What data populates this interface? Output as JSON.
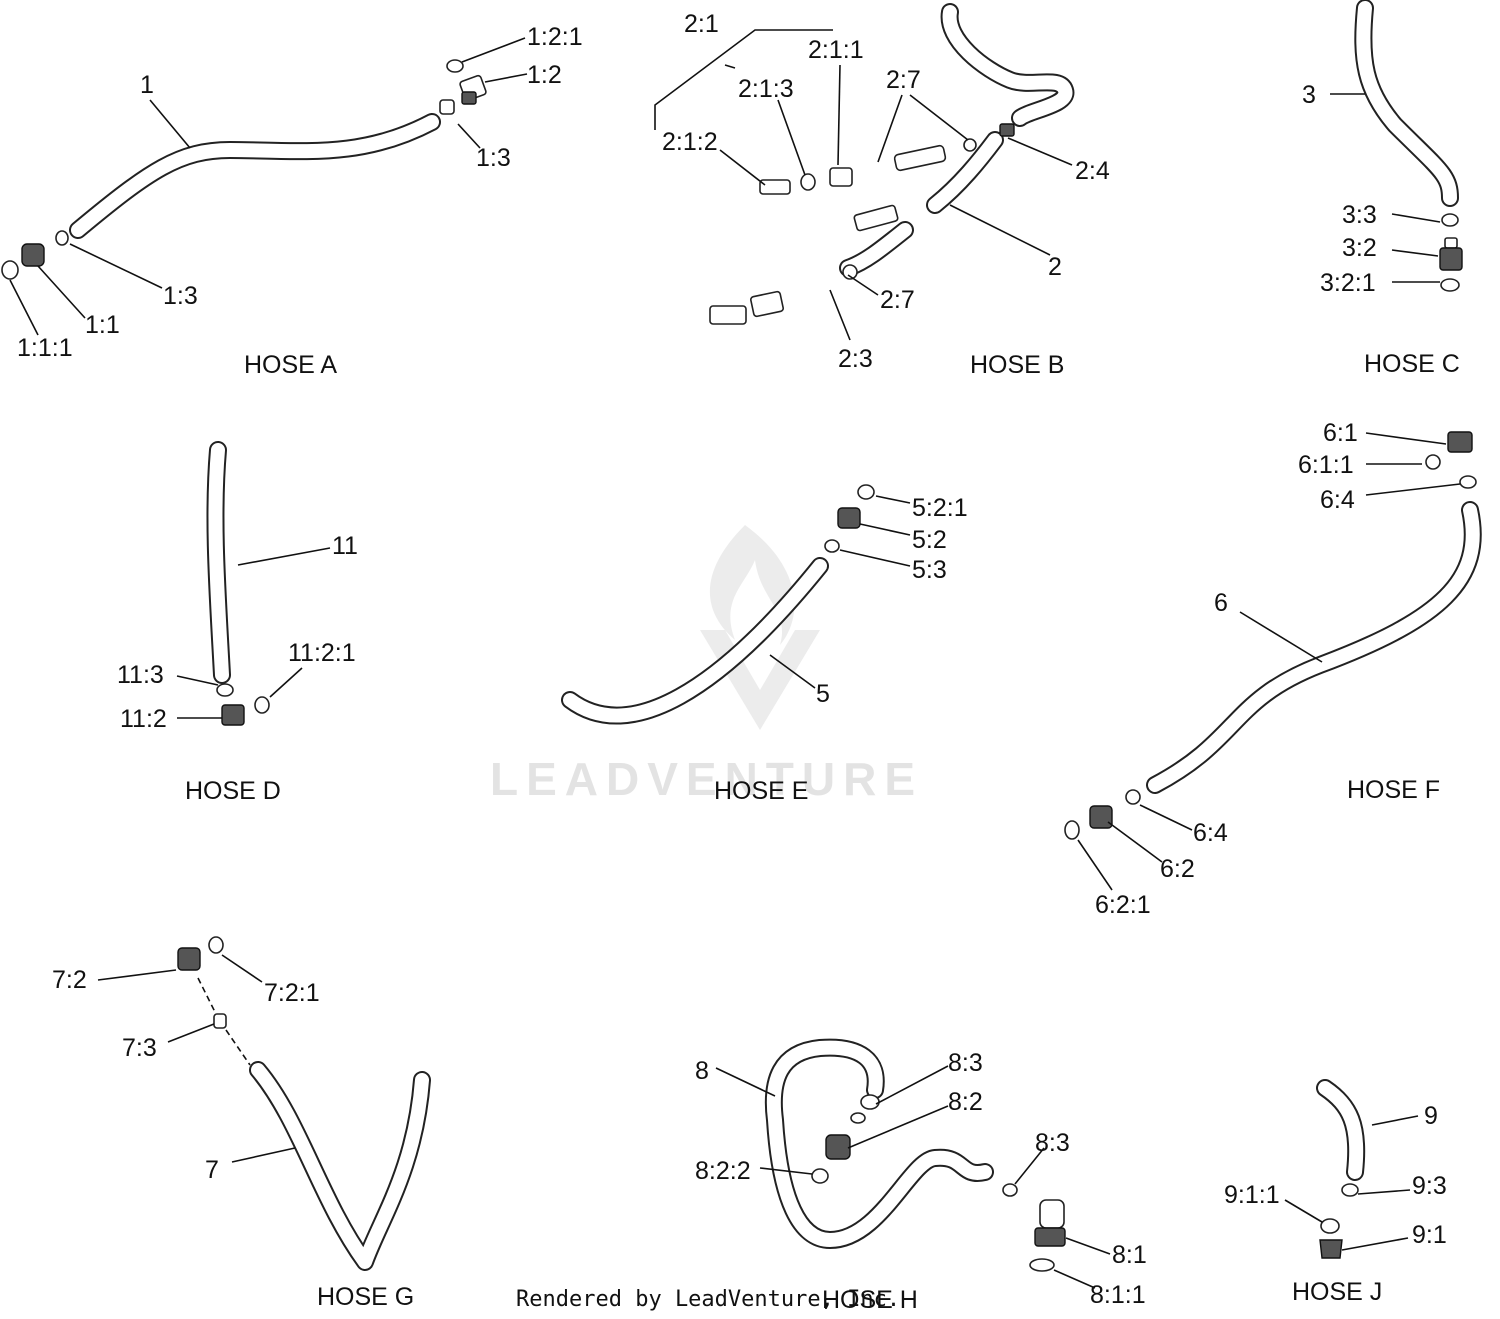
{
  "watermark": {
    "text": "LEADVENTURE"
  },
  "footer": "Rendered by LeadVenture, Inc.",
  "groups": [
    {
      "id": "hose-a",
      "title": "HOSE A",
      "labels": [
        "1:2:1",
        "1:2",
        "1",
        "1:3",
        "1:3",
        "1:1",
        "1:1:1"
      ]
    },
    {
      "id": "hose-b",
      "title": "HOSE B",
      "labels": [
        "2:1",
        "2:1:1",
        "2:1:3",
        "2:7",
        "2:1:2",
        "2:4",
        "2",
        "2:7",
        "2:3"
      ]
    },
    {
      "id": "hose-c",
      "title": "HOSE C",
      "labels": [
        "3",
        "3:3",
        "3:2",
        "3:2:1"
      ]
    },
    {
      "id": "hose-d",
      "title": "HOSE D",
      "labels": [
        "11",
        "11:2:1",
        "11:3",
        "11:2"
      ]
    },
    {
      "id": "hose-e",
      "title": "HOSE E",
      "labels": [
        "5:2:1",
        "5:2",
        "5:3",
        "5"
      ]
    },
    {
      "id": "hose-f",
      "title": "HOSE F",
      "labels": [
        "6:1",
        "6:1:1",
        "6:4",
        "6",
        "6:4",
        "6:2",
        "6:2:1"
      ]
    },
    {
      "id": "hose-g",
      "title": "HOSE G",
      "labels": [
        "7:2",
        "7:2:1",
        "7:3",
        "7"
      ]
    },
    {
      "id": "hose-h",
      "title": "HOSE H",
      "labels": [
        "8",
        "8:3",
        "8:2",
        "8:3",
        "8:2:2",
        "8:1",
        "8:1:1"
      ]
    },
    {
      "id": "hose-j",
      "title": "HOSE J",
      "labels": [
        "9",
        "9:3",
        "9:1:1",
        "9:1"
      ]
    }
  ]
}
